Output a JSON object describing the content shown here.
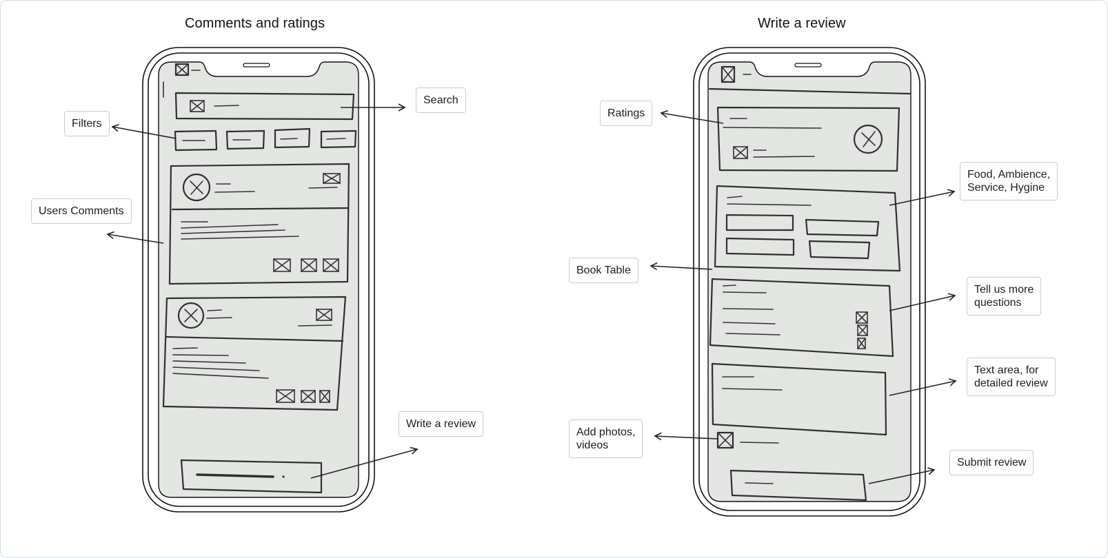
{
  "left_panel": {
    "title": "Comments and ratings",
    "labels": {
      "search": "Search",
      "filters": "Filters",
      "users_comments": "Users Comments",
      "write_review": "Write a review"
    }
  },
  "right_panel": {
    "title": "Write a review",
    "labels": {
      "ratings": "Ratings",
      "food_line1": "Food, Ambience,",
      "food_line2": "Service, Hygine",
      "book_table": "Book Table",
      "tell_line1": "Tell us more",
      "tell_line2": "questions",
      "textarea_line1": "Text area, for",
      "textarea_line2": "detailed review",
      "add_photos_line1": "Add photos,",
      "add_photos_line2": "videos",
      "submit_review": "Submit review"
    }
  },
  "colors": {
    "paper": "#e3e5e2",
    "pencil": "#2f2f2f",
    "frame_border": "#d4dbe6",
    "label_border": "#c9ccd1"
  }
}
